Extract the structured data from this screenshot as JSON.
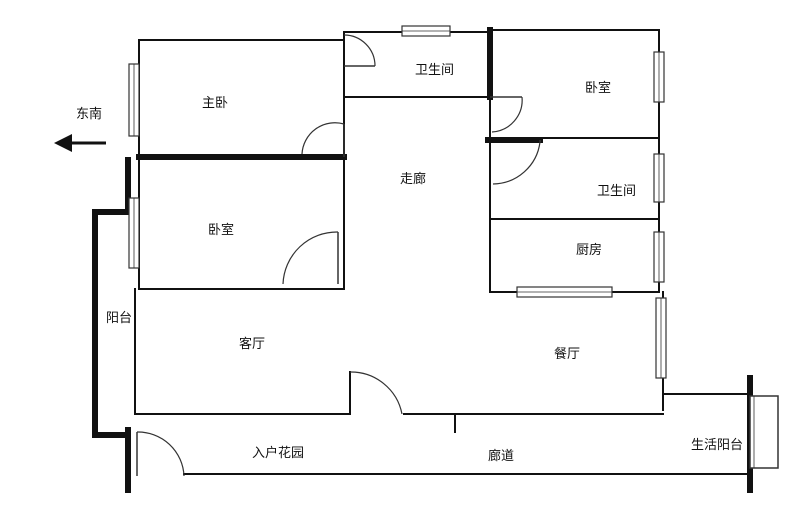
{
  "compass": {
    "direction_label": "东南"
  },
  "rooms": {
    "master_bedroom": "主卧",
    "bathroom_top": "卫生间",
    "bedroom_right": "卧室",
    "corridor_inner": "走廊",
    "bathroom_right": "卫生间",
    "bedroom_left": "卧室",
    "kitchen": "厨房",
    "balcony": "阳台",
    "living_room": "客厅",
    "dining_room": "餐厅",
    "entry_garden": "入户花园",
    "hallway": "廊道",
    "service_balcony": "生活阳台"
  }
}
